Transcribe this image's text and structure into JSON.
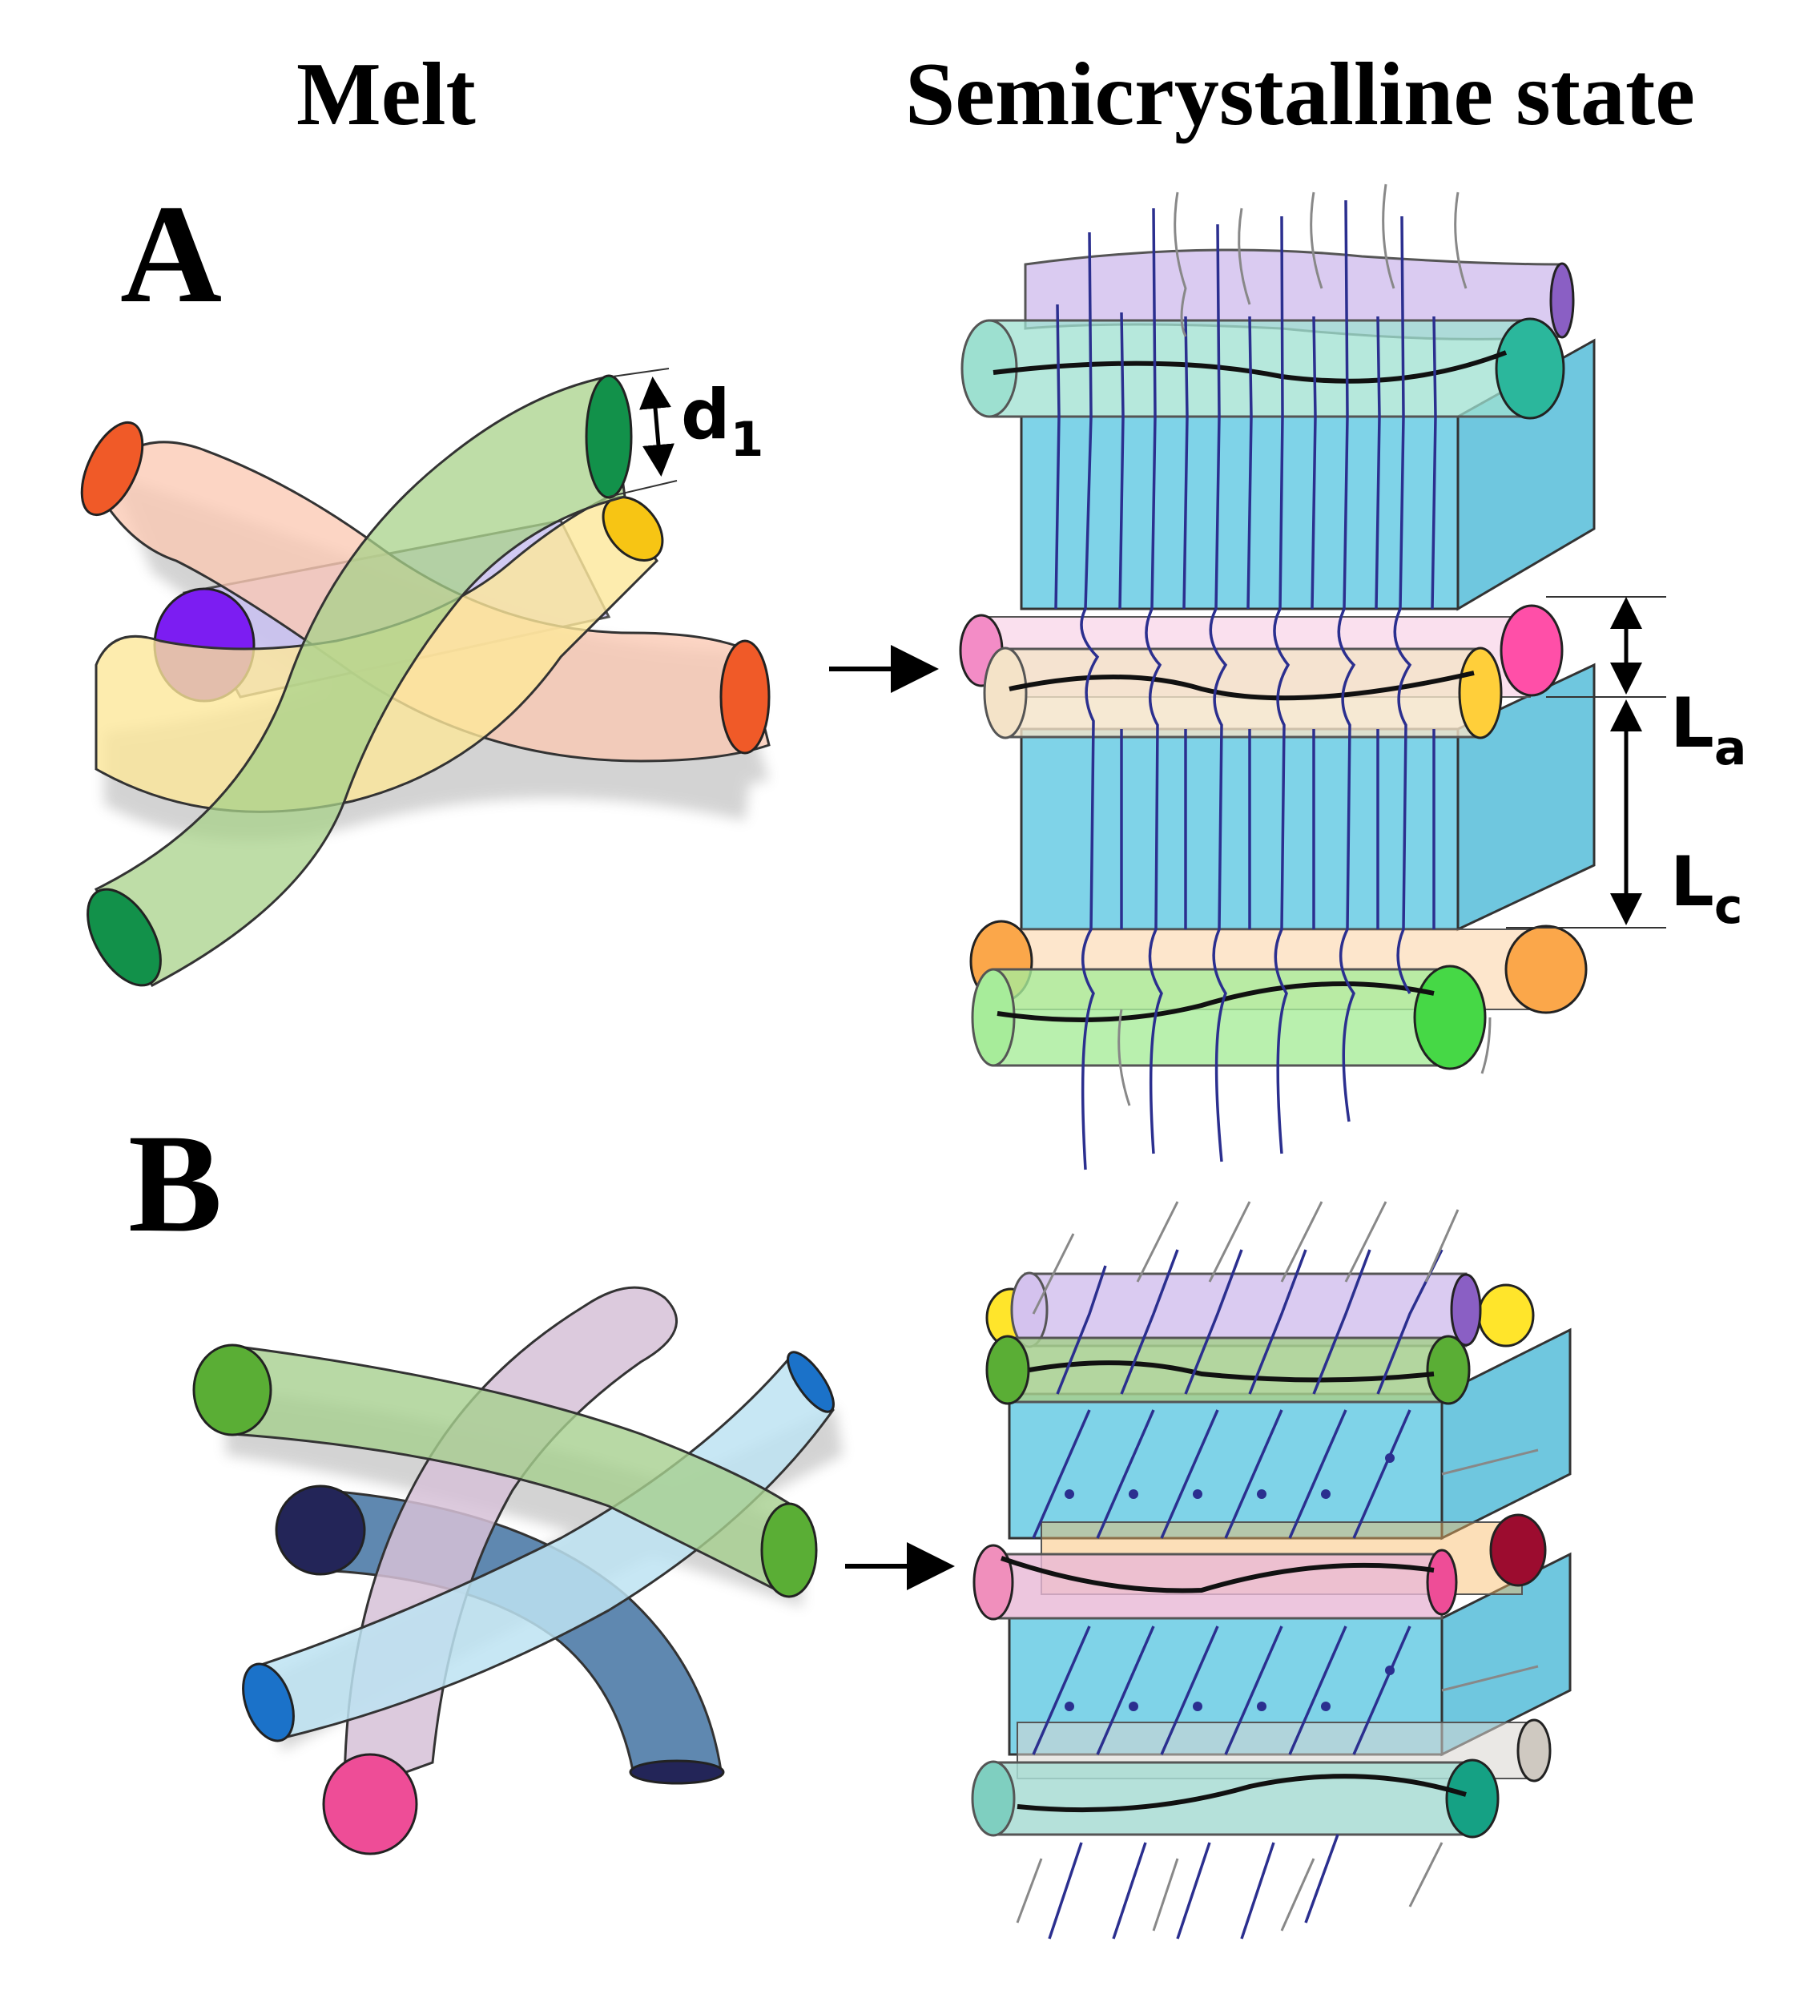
{
  "headers": {
    "melt": "Melt",
    "semicrystalline": "Semicrystalline state"
  },
  "panels": {
    "a": "A",
    "b": "B"
  },
  "labels": {
    "d1": {
      "main": "d",
      "sub": "1"
    },
    "la": {
      "main": "L",
      "sub": "a"
    },
    "lc": {
      "main": "L",
      "sub": "c"
    }
  },
  "colors": {
    "crystal": "#7fd3e8",
    "chain": "#2b2f8f",
    "backbone": "#111111",
    "orange_red": "#f05a28",
    "green_dark": "#12914a",
    "yellow": "#f7c514",
    "violet": "#7c1df2",
    "lilac": "#b9a7ea",
    "teal": "#2bb79c",
    "pink": "#ff4fa8",
    "gold": "#ffcf3a",
    "light_green": "#46d846",
    "orange": "#fba74a",
    "mid_green": "#5aae35",
    "blue": "#1b72c9",
    "navy": "#232558",
    "magenta": "#ee4d97",
    "dark_red": "#9c0c2f"
  }
}
